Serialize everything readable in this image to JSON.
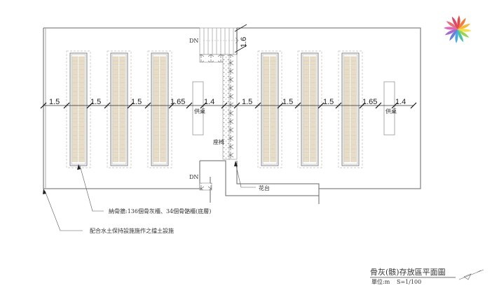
{
  "plan": {
    "title": "骨灰(骸)存放區平面圖",
    "unit": "單位:m",
    "scale": "S=1/100",
    "dimensions_left": [
      "1.5",
      "1.5",
      "1.5",
      "1.65",
      "1.4"
    ],
    "dimensions_right": [
      "1.5",
      "1.5",
      "1.5",
      "1.65",
      "1.4"
    ],
    "stair_dimension": "1.6",
    "dn_top": "DN",
    "dn_bottom": "DN",
    "altar_left": "供桌",
    "altar_right": "供桌",
    "seat": "座椅",
    "planter": "花台",
    "note_columbarium": "納骨牆:136個骨灰櫃、34個骨骼櫃(底層)",
    "note_retaining": "配合水土保持設施施作之擋土設施"
  },
  "logo": {
    "name": "rainbow-pinwheel-logo"
  },
  "colors": {
    "line": "#555555",
    "cell": "#e9dcc4",
    "dash": "#bbbbbb"
  }
}
